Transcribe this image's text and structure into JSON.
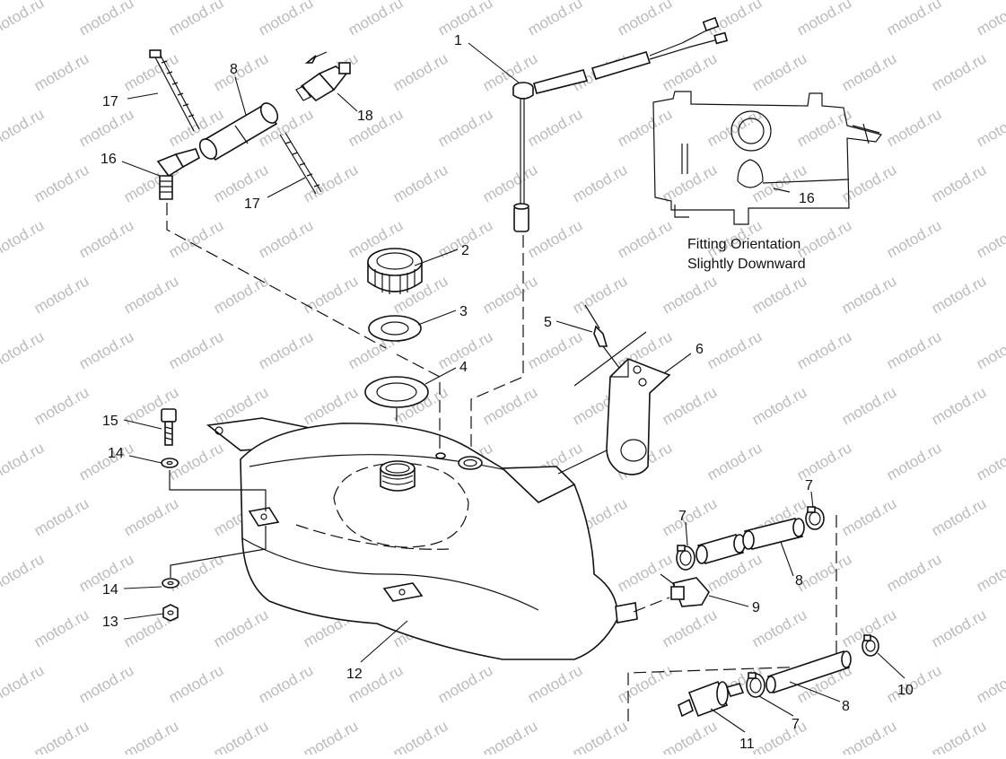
{
  "watermark": "motod.ru",
  "note": {
    "line1": "Fitting Orientation",
    "line2": "Slightly Downward"
  },
  "callouts": {
    "c1": "1",
    "c2": "2",
    "c3": "3",
    "c4": "4",
    "c5": "5",
    "c6": "6",
    "c7a": "7",
    "c7b": "7",
    "c7c": "7",
    "c8a": "8",
    "c8b": "8",
    "c8c": "8",
    "c9": "9",
    "c10": "10",
    "c11": "11",
    "c12": "12",
    "c13": "13",
    "c14a": "14",
    "c14b": "14",
    "c15": "15",
    "c16a": "16",
    "c16b": "16",
    "c17a": "17",
    "c17b": "17",
    "c18": "18"
  },
  "colors": {
    "line": "#111111",
    "watermark": "#bbbbbb",
    "background": "#ffffff"
  }
}
